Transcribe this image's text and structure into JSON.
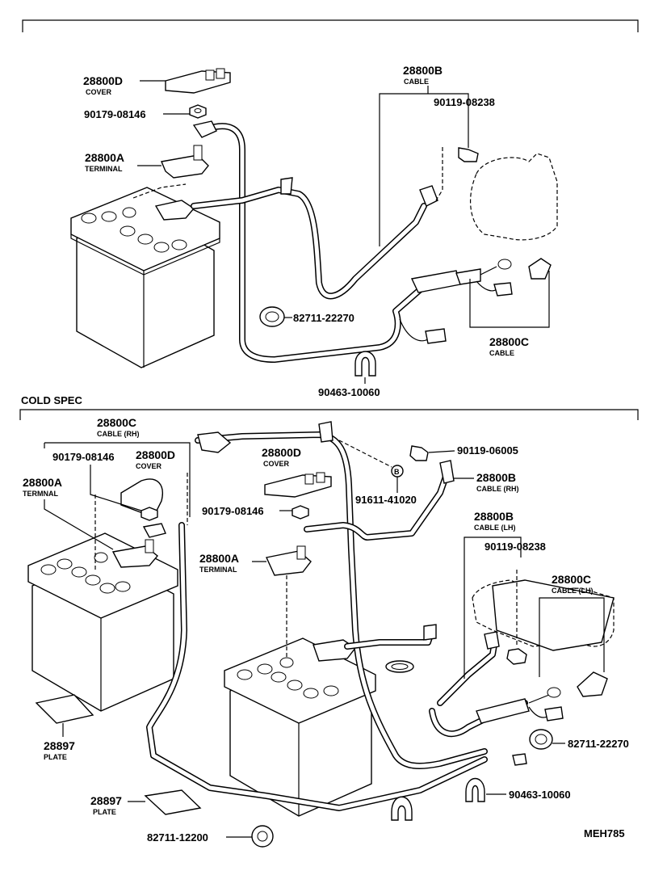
{
  "sections": {
    "cold_spec_label": "COLD SPEC"
  },
  "top": {
    "p_28800D": "28800D",
    "p_28800D_sub": "COVER",
    "p_90179_08146": "90179-08146",
    "p_28800A": "28800A",
    "p_28800A_sub": "TERMINAL",
    "p_28800B": "28800B",
    "p_28800B_sub": "CABLE",
    "p_90119_08238": "90119-08238",
    "p_82711_22270": "82711-22270",
    "p_28800C": "28800C",
    "p_28800C_sub": "CABLE",
    "p_90463_10060": "90463-10060"
  },
  "bottom": {
    "p_28800C_rh": "28800C",
    "p_28800C_rh_sub": "CABLE (RH)",
    "p_90179_08146_a": "90179-08146",
    "p_28800D_a": "28800D",
    "p_28800D_a_sub": "COVER",
    "p_28800A_a": "28800A",
    "p_28800A_a_sub": "TERMNAL",
    "p_28800D_b": "28800D",
    "p_28800D_b_sub": "COVER",
    "p_90119_06005": "90119-06005",
    "p_28800B_rh": "28800B",
    "p_28800B_rh_sub": "CABLE (RH)",
    "p_91611_41020": "91611-41020",
    "p_90179_08146_b": "90179-08146",
    "p_28800B_lh": "28800B",
    "p_28800B_lh_sub": "CABLE (LH)",
    "p_90119_08238": "90119-08238",
    "p_28800A_b": "28800A",
    "p_28800A_b_sub": "TERMINAL",
    "p_28800C_lh": "28800C",
    "p_28800C_lh_sub": "CABLE (LH)",
    "p_28897_a": "28897",
    "p_28897_a_sub": "PLATE",
    "p_82711_22270": "82711-22270",
    "p_90463_10060": "90463-10060",
    "p_28897_b": "28897",
    "p_28897_b_sub": "PLATE",
    "p_82711_12200": "82711-12200",
    "marker_b": "B"
  },
  "footer": {
    "drawing_code": "MEH785"
  }
}
